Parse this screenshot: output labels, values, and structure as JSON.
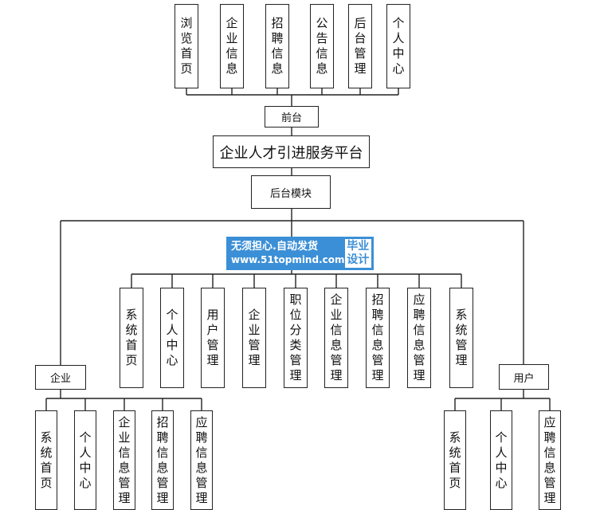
{
  "diagram": {
    "title": "企业人才引进服务平台",
    "frontend": {
      "label": "前台",
      "modules": [
        "浏览首页",
        "企业信息",
        "招聘信息",
        "公告信息",
        "后台管理",
        "个人中心"
      ]
    },
    "backend": {
      "label": "后台模块",
      "admin_modules": [
        "系统首页",
        "个人中心",
        "用户管理",
        "企业管理",
        "职位分类管理",
        "企业信息管理",
        "招聘信息管理",
        "应聘信息管理",
        "系统管理"
      ],
      "enterprise": {
        "label": "企业",
        "modules": [
          "系统首页",
          "个人中心",
          "企业信息管理",
          "招聘信息管理",
          "应聘信息管理"
        ]
      },
      "user": {
        "label": "用户",
        "modules": [
          "系统首页",
          "个人中心",
          "应聘信息管理"
        ]
      }
    }
  },
  "watermark": {
    "line1": "无须担心.自动发货",
    "line2": "www.51topmind.com",
    "badge_line1": "毕业",
    "badge_line2": "设计"
  },
  "colors": {
    "line": "#222222",
    "watermark_bg": "#3b8fd6"
  }
}
